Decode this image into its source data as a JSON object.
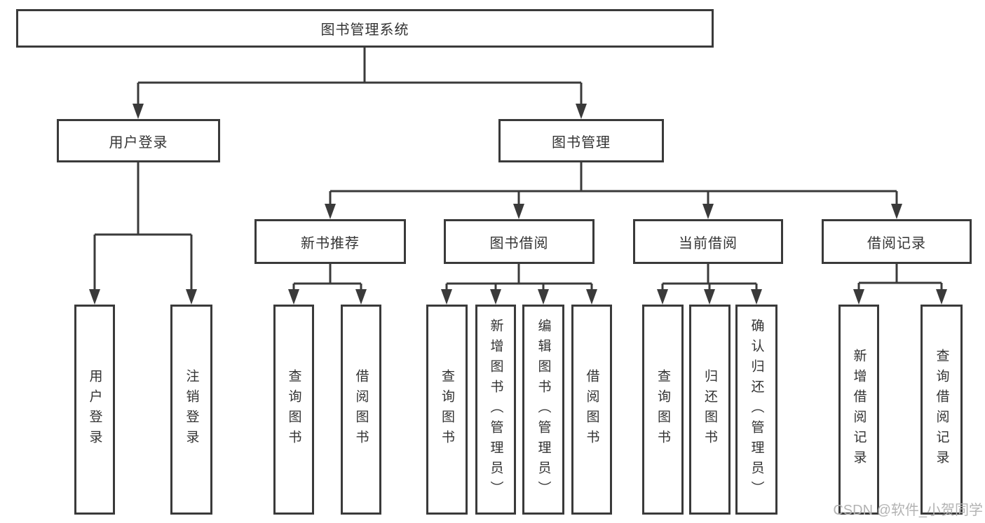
{
  "diagram": {
    "title": "图书管理系统",
    "root": {
      "label": "图书管理系统"
    },
    "branches": [
      {
        "label": "用户登录",
        "children": [
          {
            "label": "用户登录"
          },
          {
            "label": "注销登录"
          }
        ]
      },
      {
        "label": "图书管理",
        "children": [
          {
            "label": "新书推荐",
            "children": [
              {
                "label": "查询图书"
              },
              {
                "label": "借阅图书"
              }
            ]
          },
          {
            "label": "图书借阅",
            "children": [
              {
                "label": "查询图书"
              },
              {
                "label": "新增图书（管理员）"
              },
              {
                "label": "编辑图书（管理员）"
              },
              {
                "label": "借阅图书"
              }
            ]
          },
          {
            "label": "当前借阅",
            "children": [
              {
                "label": "查询图书"
              },
              {
                "label": "归还图书"
              },
              {
                "label": "确认归还（管理员）"
              }
            ]
          },
          {
            "label": "借阅记录",
            "children": [
              {
                "label": "新增借阅记录"
              },
              {
                "label": "查询借阅记录"
              }
            ]
          }
        ]
      }
    ]
  },
  "watermark": {
    "text": "CSDN @软件_小贺同学"
  },
  "colors": {
    "line": "#3a3a3a",
    "box_border": "#3a3a3a",
    "box_fill": "#ffffff",
    "text": "#333333",
    "background": "#ffffff",
    "watermark": "#b3b3b3"
  }
}
